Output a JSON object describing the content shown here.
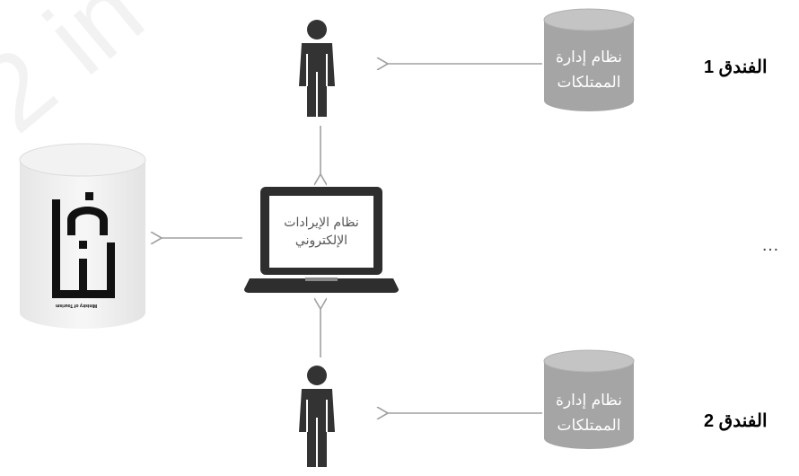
{
  "hotels": [
    {
      "label": "الفندق 1",
      "pms_line1": "نظام إدارة",
      "pms_line2": "الممتلكات"
    },
    {
      "label": "الفندق 2",
      "pms_line1": "نظام إدارة",
      "pms_line2": "الممتلكات"
    }
  ],
  "ellipsis": "…",
  "central_system": {
    "line1": "نظام الإيرادات",
    "line2": "الإلكتروني"
  },
  "ministry": {
    "caption": "Ministry of Tourism"
  },
  "colors": {
    "db_fill": "#a5a5a5",
    "db_top": "#c7c7c7",
    "arrow": "#a0a0a0",
    "person": "#333333",
    "laptop": "#2e2e2e"
  }
}
